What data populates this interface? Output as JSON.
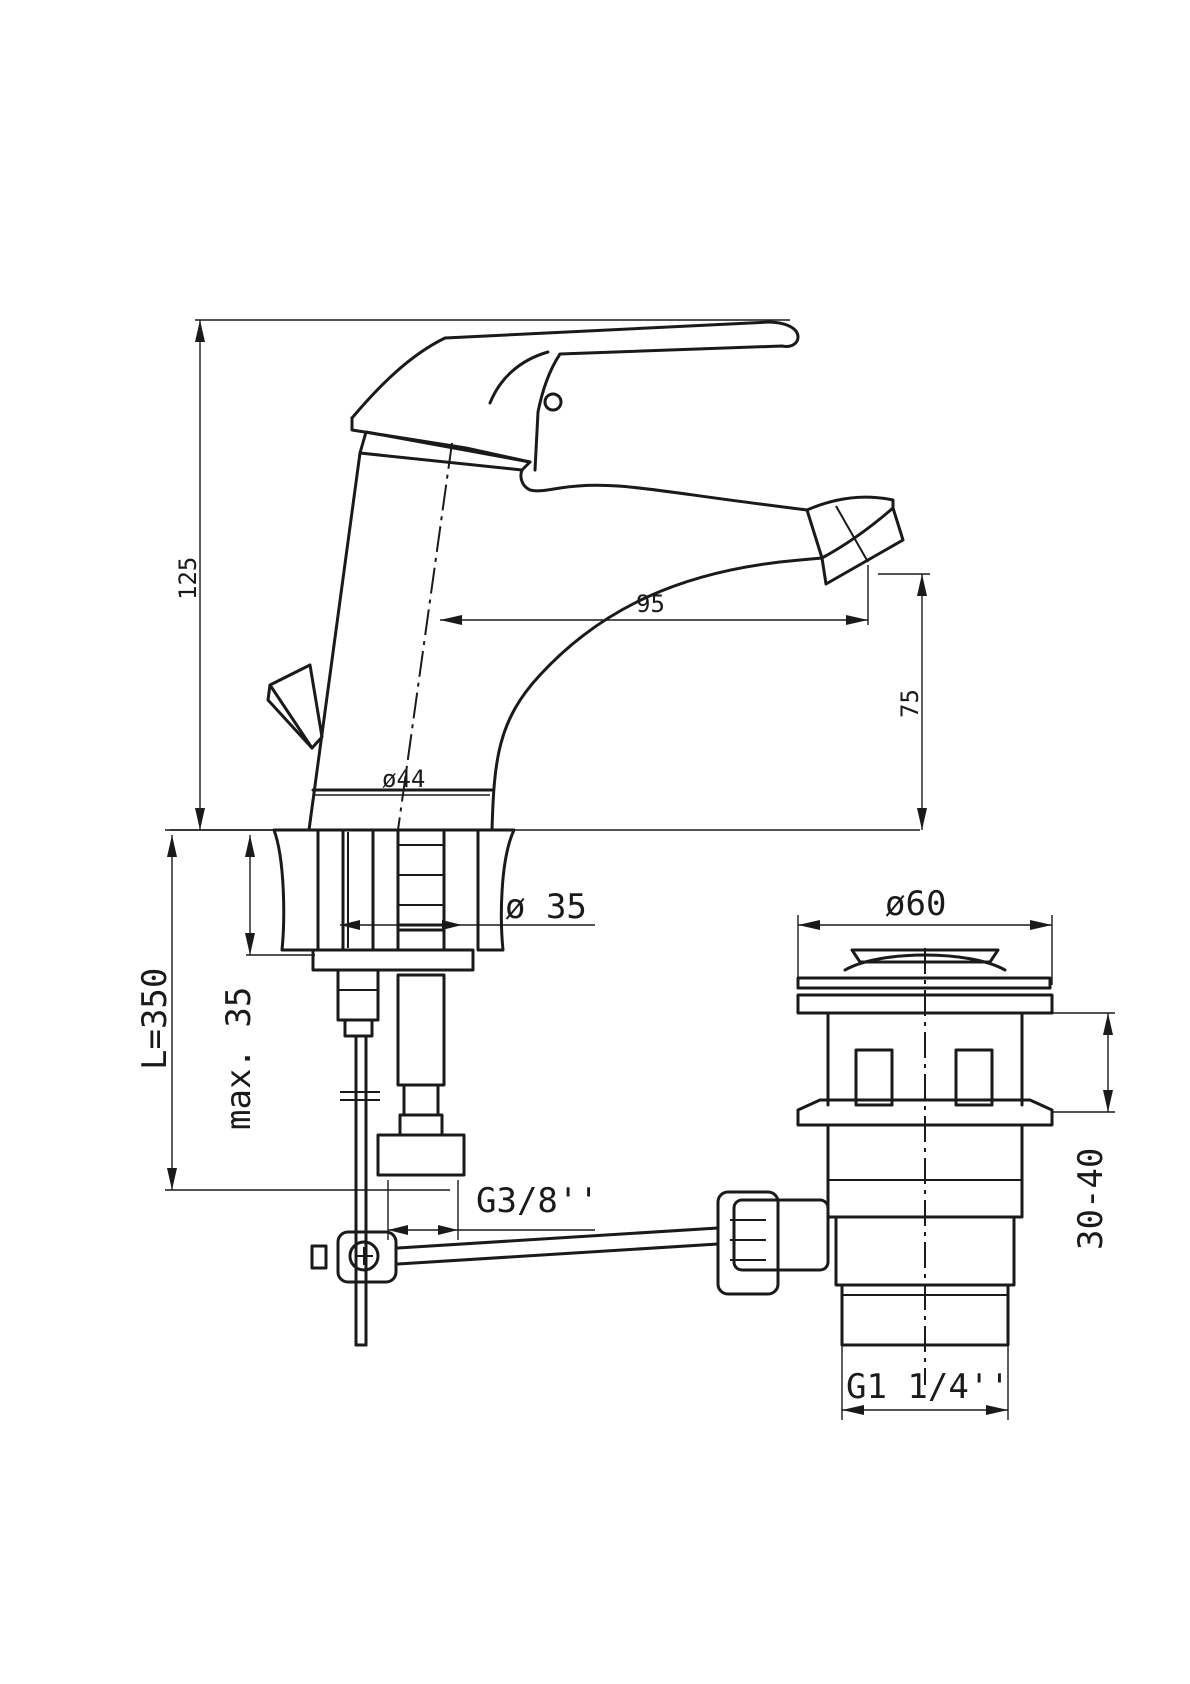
{
  "dimensions": {
    "height_total": "125",
    "spout_reach": "95",
    "spout_height": "75",
    "base_diameter": "ø44",
    "hole_diameter": "ø  35",
    "hose_length": "L=350",
    "max_thickness": "max.  35",
    "hose_thread": "G3/8''",
    "plug_diameter": "ø60",
    "plug_range": "30-40",
    "drain_thread": "G1  1/4''"
  }
}
